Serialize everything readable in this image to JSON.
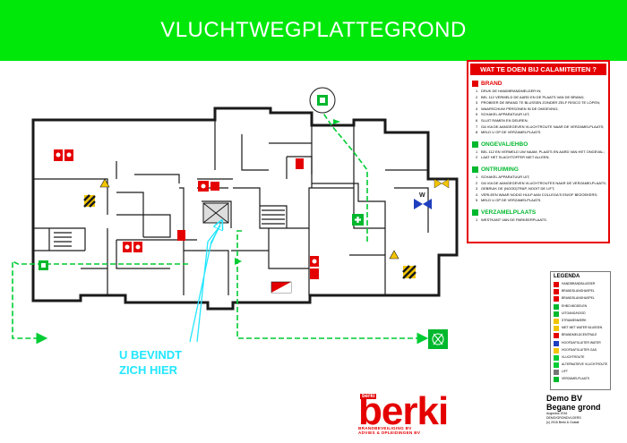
{
  "title": "VLUCHTWEGPLATTEGROND",
  "colors": {
    "banner": "#00e80a",
    "route": "#00cc33",
    "alt_route": "#22e6ff",
    "fire": "#e50000",
    "wall": "#1a1a1a"
  },
  "calamities": {
    "title": "WAT TE DOEN BIJ CALAMITEITEN ?",
    "sections": [
      {
        "name": "BRAND",
        "color": "#e50000",
        "items": [
          {
            "n": "1",
            "text": "DRUK DE HANDBRANDMELDER IN;"
          },
          {
            "n": "2",
            "text": "BEL 112 VERMELD DE AARD EN DE PLAATS VAN DE BRAND;"
          },
          {
            "n": "3",
            "text": "PROBEER DE BRAND TE BLUSSEN ZONDER ZELF RISICO TE LOPEN;"
          },
          {
            "n": "4",
            "text": "WAARSCHUW PERSONEN IN DE OMGEVING;"
          },
          {
            "n": "5",
            "text": "SCHAKEL APPARATUUR UIT;"
          },
          {
            "n": "6",
            "text": "SLUIT RAMEN EN DEUREN;"
          },
          {
            "n": "7",
            "text": "GA VIA DE AANGEGEVEN VLUCHTROUTE NAAR DE VERZAMELPLAATS;"
          },
          {
            "n": "8",
            "text": "MELD U OP DE VERZAMELPLAATS."
          }
        ]
      },
      {
        "name": "ONGEVAL/EHBO",
        "color": "#00b82e",
        "items": [
          {
            "n": "1",
            "text": "BEL 112 EN VERMELD UW NAAM, PLAATS EN AARD VAN HET ONGEVAL;"
          },
          {
            "n": "2",
            "text": "LAAT HET SLACHTOFFER NIET ALLEEN;"
          }
        ]
      },
      {
        "name": "ONTRUIMING",
        "color": "#00b82e",
        "items": [
          {
            "n": "1",
            "text": "SCHAKEL APPARATUUR UIT;"
          },
          {
            "n": "2",
            "text": "GA VIA DE AANGEGEVEN VLUCHTROUTES NAAR DE VERZAMELPLAATS;"
          },
          {
            "n": "3",
            "text": "GEBRUIK DE (NOOD)TRAP, NOOIT DE LIFT;"
          },
          {
            "n": "4",
            "text": "VERLEEN WAAR NODIG HULP AAN COLLEGA'S EN/OF BEZOEKERS;"
          },
          {
            "n": "5",
            "text": "MELD U OP DE VERZAMELPLAATS."
          }
        ]
      },
      {
        "name": "VERZAMELPLAATS",
        "color": "#00b82e",
        "items": [
          {
            "n": "1",
            "text": "WESTKANT VAN DE PARKEERPLAATS."
          }
        ]
      }
    ]
  },
  "legend": {
    "title": "LEGENDA",
    "items": [
      {
        "label": "HANDBRANDBLUSSER",
        "color": "#e50000"
      },
      {
        "label": "BRANDSLANGHASPEL",
        "color": "#e50000"
      },
      {
        "label": "BRANDSLANGHASPEL",
        "color": "#e50000"
      },
      {
        "label": "EHBO MIDDELEN",
        "color": "#00b82e"
      },
      {
        "label": "UITGANG/NOOD",
        "color": "#00b82e"
      },
      {
        "label": "STRAMIENWERK",
        "color": "#f2c400"
      },
      {
        "label": "NIET MET WATER BLUSSEN",
        "color": "#f2c400"
      },
      {
        "label": "BRANDMELDCENTRALE",
        "color": "#e50000"
      },
      {
        "label": "HOOFDAFSLUITER WATER",
        "color": "#1f3fbf"
      },
      {
        "label": "HOOFDAFSLUITER GAS",
        "color": "#f2c400"
      },
      {
        "label": "VLUCHTROUTE",
        "color": "#00cc33"
      },
      {
        "label": "ALTERNATIEVE VLUCHTROUTE",
        "color": "#00cc33"
      },
      {
        "label": "LIFT",
        "color": "#777777"
      },
      {
        "label": "VERZAMELPLAATS",
        "color": "#00b82e"
      }
    ]
  },
  "you_are_here": {
    "line1": "U BEVINDT",
    "line2": "ZICH HIER"
  },
  "logo": {
    "word": "berki",
    "small": "berki",
    "tag1": "BRANDBEVEILIGING BV",
    "tag2": "ADVIES & OPLEIDINGEN BV"
  },
  "info": {
    "name": "Demo BV",
    "floor": "Begane grond",
    "date": "Augustus 2016",
    "sheet": "DEMO/GRONDVLOERS",
    "copy": "(c) 2016 Berki & Gustaf"
  },
  "water_label": "W"
}
